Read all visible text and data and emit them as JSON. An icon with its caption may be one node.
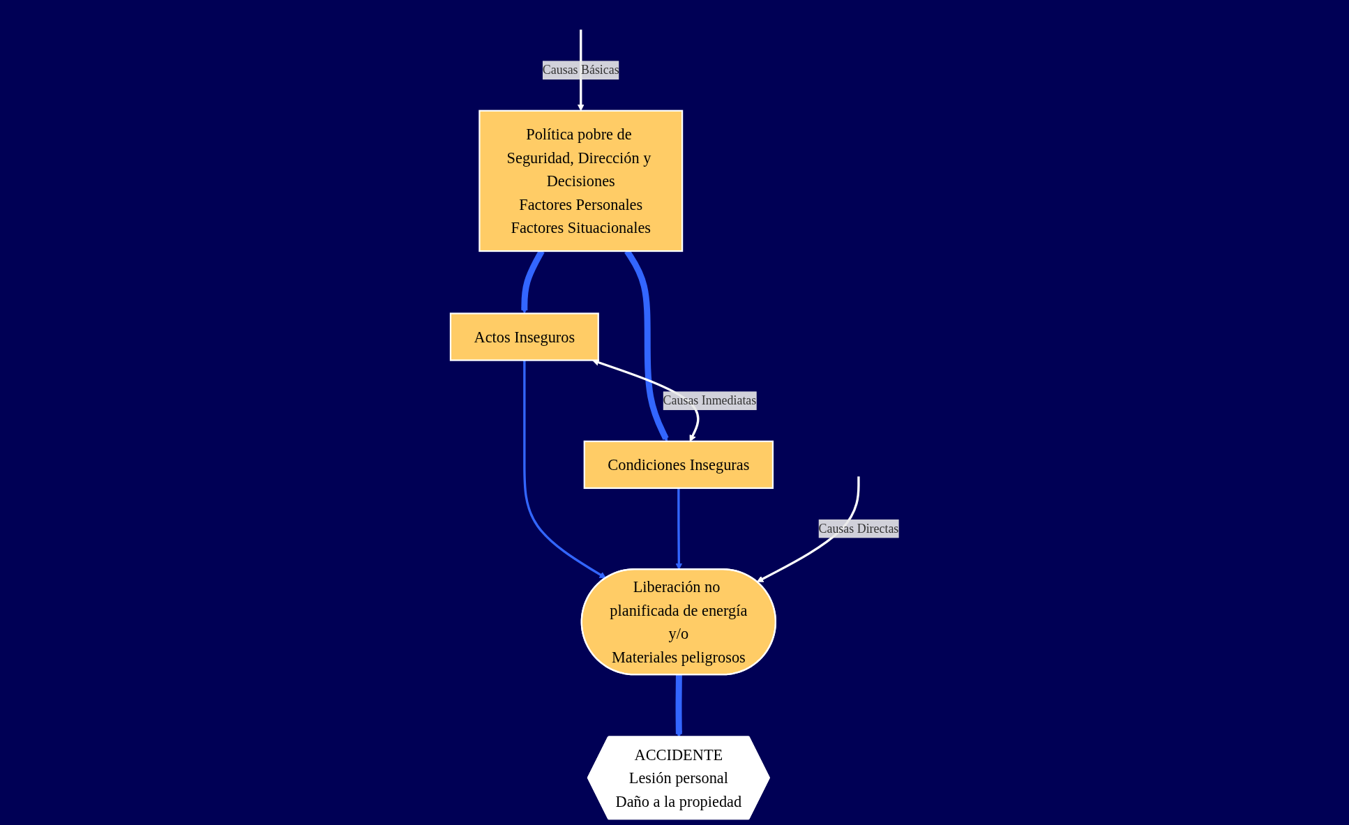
{
  "diagram": {
    "nodes": [
      {
        "text": [
          "Política pobre de Seguridad, Dirección y Decisiones",
          "Factores Personales",
          "Factores Situacionales"
        ]
      },
      {
        "text": [
          "Actos Inseguros"
        ]
      },
      {
        "text": [
          "Condiciones Inseguras"
        ]
      },
      {
        "text": [
          "Liberación no planificada de energía",
          "y/o",
          "Materiales peligrosos"
        ]
      },
      {
        "text": [
          "ACCIDENTE",
          "Lesión personal",
          "Daño a la propiedad"
        ]
      }
    ],
    "edges": [
      {
        "from": null,
        "to": 0,
        "arrow": "to",
        "label": "Causas Básicas",
        "color": "#ffffff"
      },
      {
        "from": 0,
        "to": 1,
        "arrow": "to",
        "style": "thick"
      },
      {
        "from": 0,
        "to": 2,
        "arrow": "to",
        "style": "thick"
      },
      {
        "from": 1,
        "to": 2,
        "arrow": "both",
        "label": "Causas Inmediatas",
        "color": "#ffffff"
      },
      {
        "from": 1,
        "to": 3,
        "arrow": "to"
      },
      {
        "from": 2,
        "to": 3,
        "arrow": "to"
      },
      {
        "from": null,
        "to": 3,
        "arrow": "to",
        "label": "Causas Directas",
        "color": "#ffffff"
      },
      {
        "from": 3,
        "to": 4,
        "arrow": "to",
        "style": "thick"
      }
    ]
  }
}
